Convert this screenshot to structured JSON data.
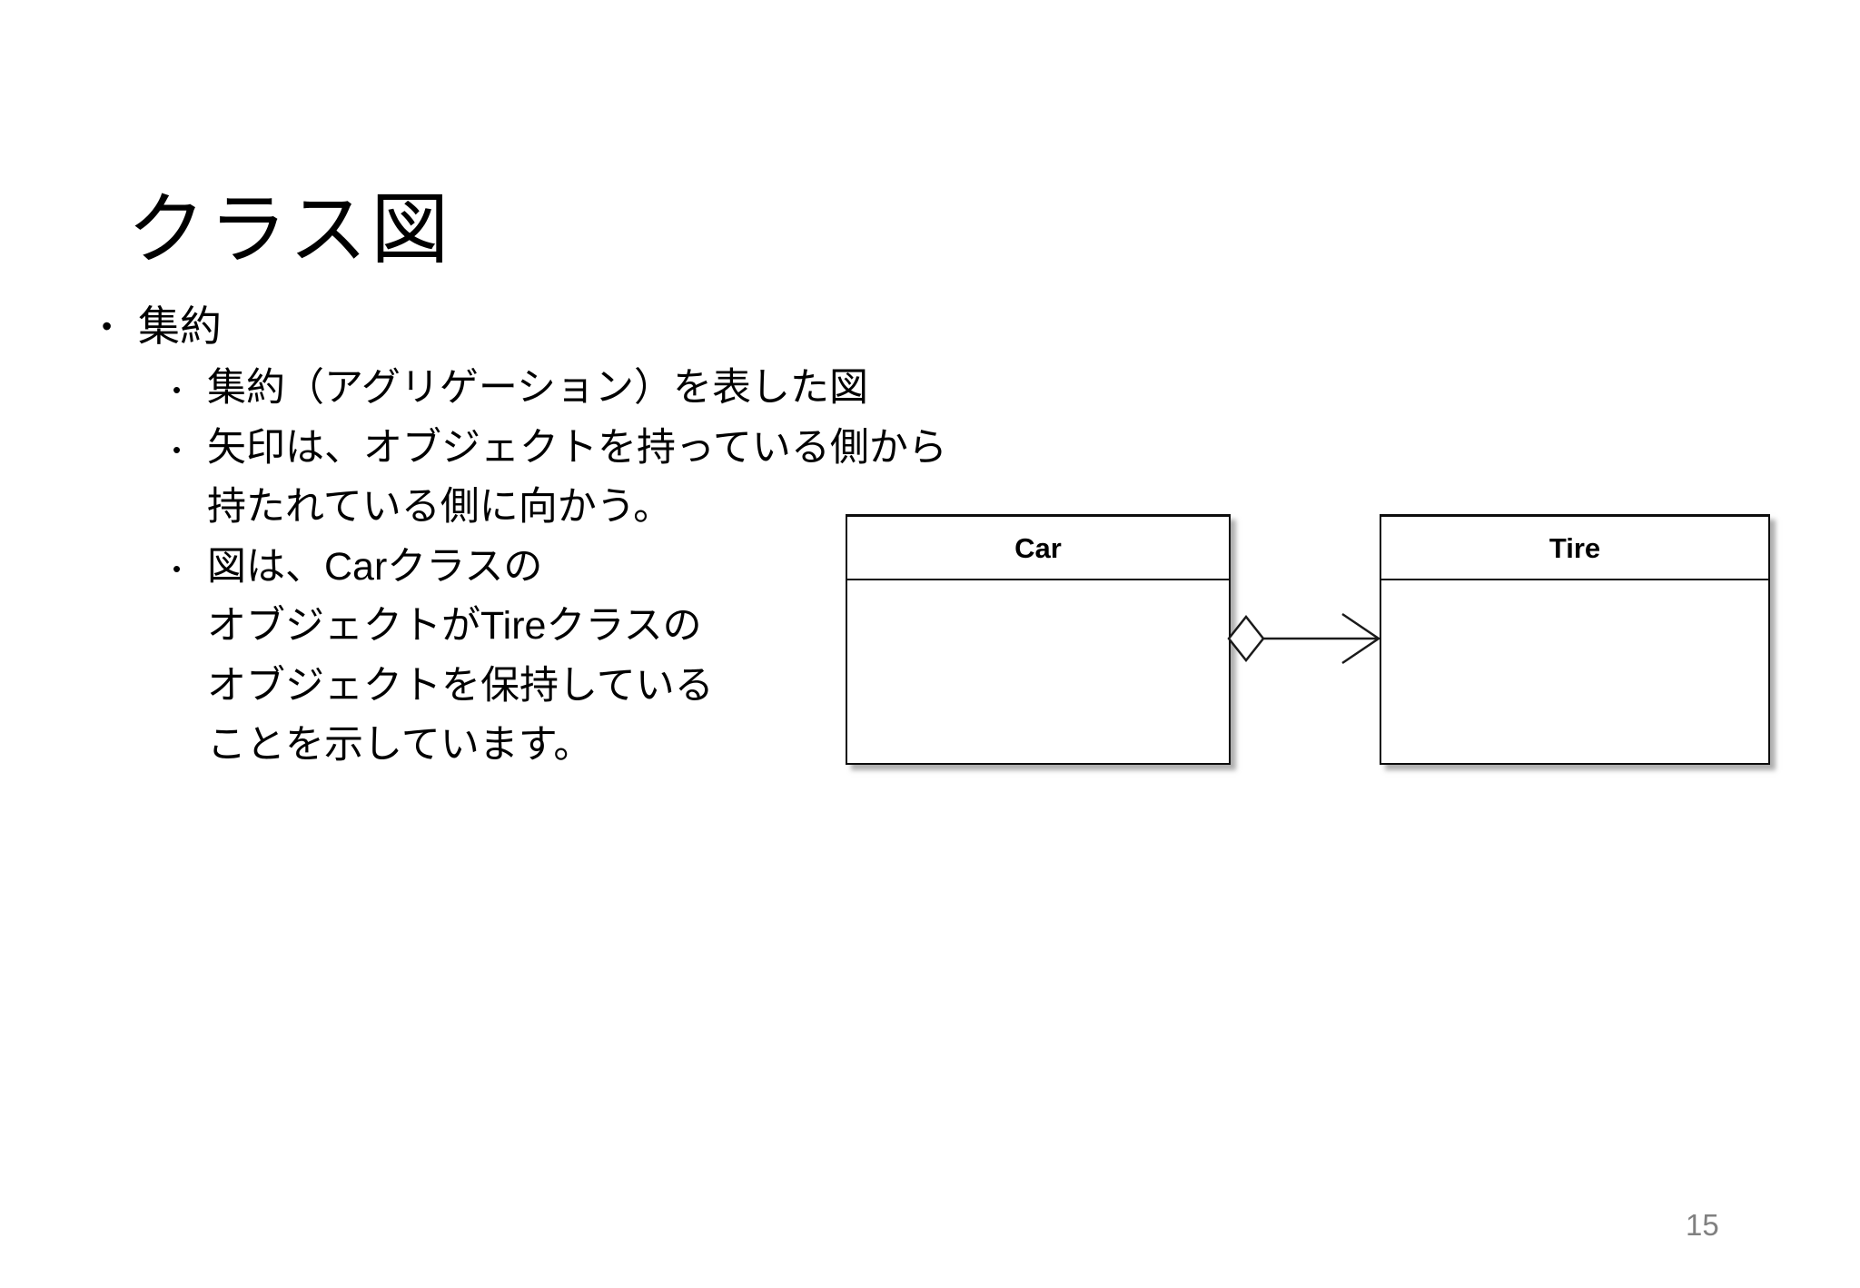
{
  "slide": {
    "title": "クラス図",
    "page_number": "15",
    "background_color": "#ffffff",
    "text_color": "#000000",
    "page_number_color": "#808080"
  },
  "bullet_char": "•",
  "content": {
    "level1": {
      "text": "集約"
    },
    "level2": [
      {
        "lines": [
          "集約（アグリゲーション）を表した図"
        ]
      },
      {
        "lines": [
          "矢印は、オブジェクトを持っている側から",
          "持たれている側に向かう。"
        ]
      },
      {
        "lines": [
          "図は、Carクラスの",
          "オブジェクトがTireクラスの",
          "オブジェクトを保持している",
          "ことを示しています。"
        ]
      }
    ]
  },
  "diagram": {
    "type": "uml-class-diagram",
    "classes": [
      {
        "name": "Car"
      },
      {
        "name": "Tire"
      }
    ],
    "relation": {
      "type": "aggregation",
      "from": "Car",
      "to": "Tire",
      "source_marker": "open-diamond",
      "target_marker": "open-arrowhead"
    }
  }
}
